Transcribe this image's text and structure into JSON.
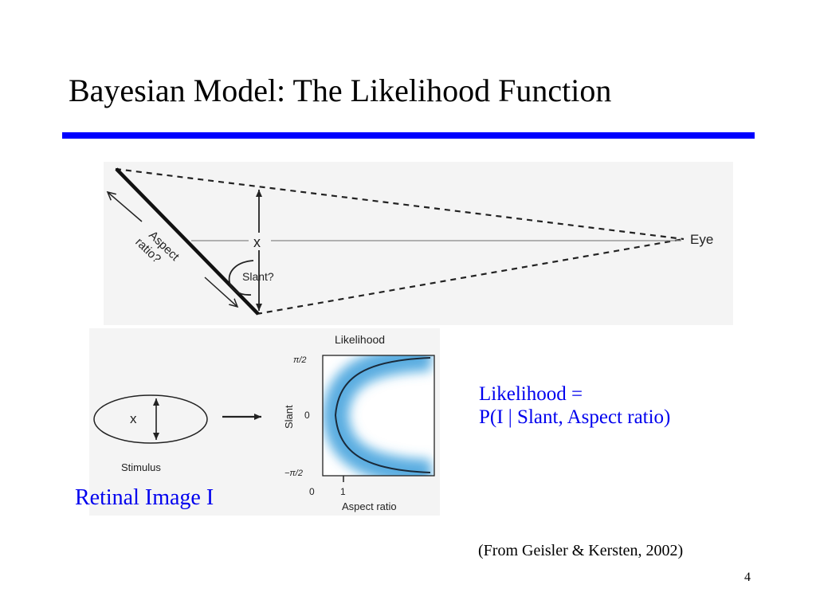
{
  "slide": {
    "title": "Bayesian Model: The Likelihood Function",
    "rule_color": "#0000ff",
    "page_number": "4",
    "citation": "(From Geisler & Kersten, 2002)"
  },
  "diagram": {
    "eye_label": "Eye",
    "x_label": "x",
    "slant_label": "Slant?",
    "aspect_label_line1": "Aspect",
    "aspect_label_line2": "ratio?"
  },
  "stimulus": {
    "x_label": "x",
    "caption": "Stimulus"
  },
  "likelihood_plot": {
    "title": "Likelihood",
    "ylabel": "Slant",
    "xlabel": "Aspect ratio",
    "y_ticks": [
      "π/2",
      "0",
      "−π/2"
    ],
    "x_ticks": [
      "0",
      "1"
    ],
    "band_color": "#4aa8e0",
    "curve_color": "#1a2a3a"
  },
  "annotations": {
    "likelihood_line1": "Likelihood =",
    "likelihood_line2": "P(I | Slant, Aspect ratio)",
    "retinal_image": "Retinal Image I",
    "text_color": "#0000ee"
  }
}
